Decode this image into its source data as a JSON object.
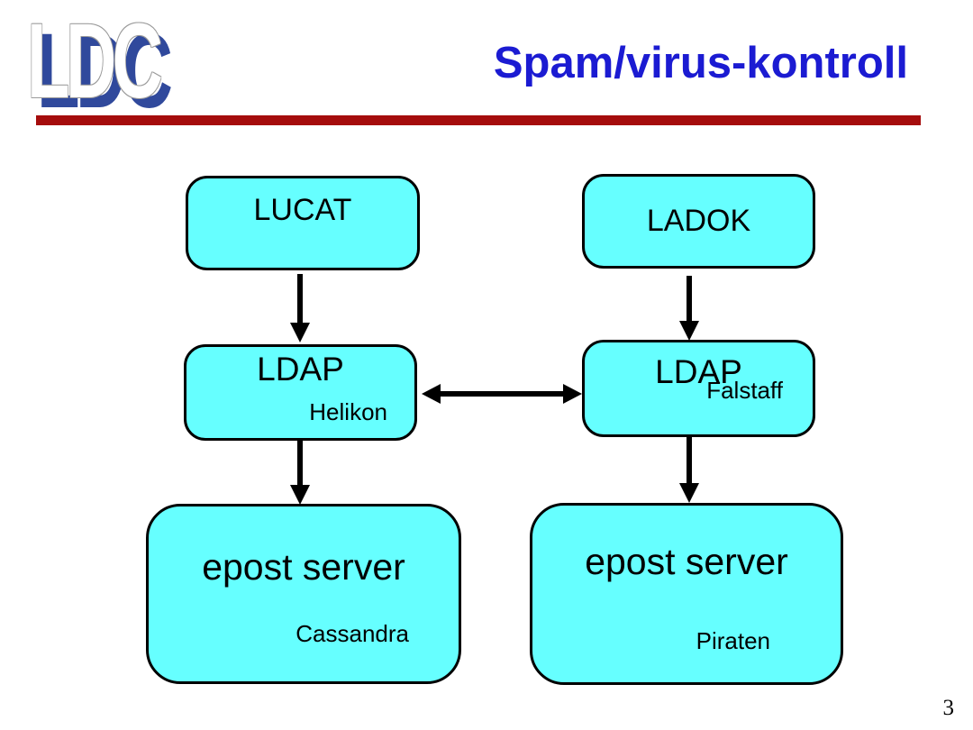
{
  "slide": {
    "logo_text": "LDC",
    "title": "Spam/virus-kontroll",
    "page_number": "3"
  },
  "diagram": {
    "nodes": [
      {
        "id": "lucat",
        "label": "LUCAT",
        "sublabel": ""
      },
      {
        "id": "ladok",
        "label": "LADOK",
        "sublabel": ""
      },
      {
        "id": "ldap_helikon",
        "label": "LDAP",
        "sublabel": "Helikon"
      },
      {
        "id": "ldap_falstaff",
        "label": "LDAP",
        "sublabel": "Falstaff"
      },
      {
        "id": "epost_cassandra",
        "label": "epost server",
        "sublabel": "Cassandra"
      },
      {
        "id": "epost_piraten",
        "label": "epost server",
        "sublabel": "Piraten"
      }
    ],
    "edges": [
      {
        "from": "lucat",
        "to": "ldap_helikon",
        "direction": "down"
      },
      {
        "from": "ladok",
        "to": "ldap_falstaff",
        "direction": "down"
      },
      {
        "from": "ldap_helikon",
        "to": "ldap_falstaff",
        "direction": "both"
      },
      {
        "from": "ldap_helikon",
        "to": "epost_cassandra",
        "direction": "down"
      },
      {
        "from": "ldap_falstaff",
        "to": "epost_piraten",
        "direction": "down"
      }
    ],
    "colors": {
      "node_fill": "#66ffff",
      "node_border": "#000000",
      "title_blue": "#1b1bd2",
      "divider_red": "#a50d0d",
      "logo_blue": "#30499c"
    }
  }
}
